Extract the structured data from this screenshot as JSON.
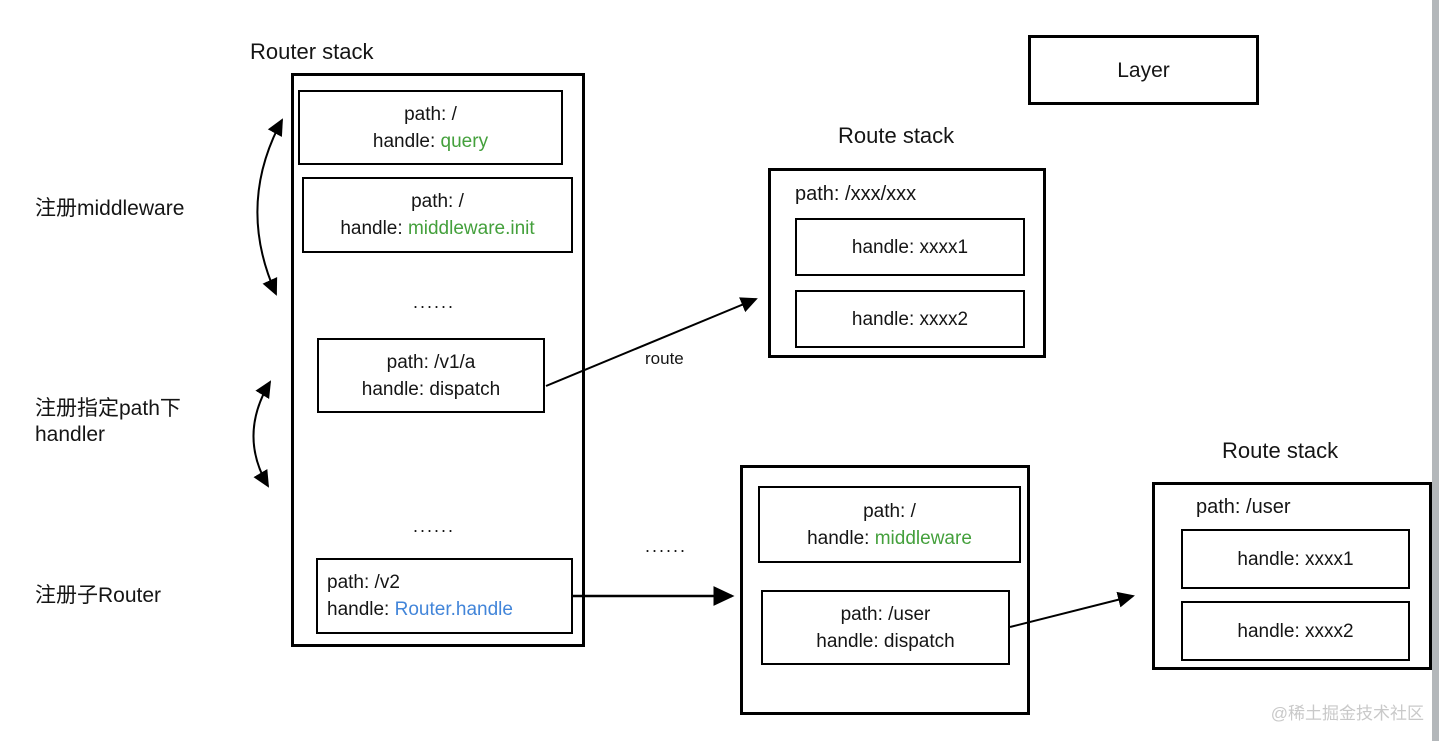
{
  "colors": {
    "handle_green": "#44a03c",
    "handle_blue": "#4285d9",
    "box_border": "#000000",
    "watermark_gray": "#c9c9c9"
  },
  "side_labels": {
    "register_middleware": "注册middleware",
    "register_path_handler_line1": "注册指定path下",
    "register_path_handler_line2": "handler",
    "register_sub_router": "注册子Router"
  },
  "router_stack": {
    "title": "Router stack",
    "items": [
      {
        "path": "path: /",
        "handle_label": "handle: ",
        "handle_value": "query"
      },
      {
        "path": "path: /",
        "handle_label": "handle: ",
        "handle_value": "middleware.init"
      },
      {
        "dots": "......"
      },
      {
        "path": "path: /v1/a",
        "handle_label": "handle: ",
        "handle_value": "dispatch"
      },
      {
        "dots": "......"
      },
      {
        "path": "path: /v2",
        "handle_label": "handle: ",
        "handle_value": "Router.handle"
      }
    ]
  },
  "layer_box": {
    "label": "Layer"
  },
  "route_stack_top": {
    "title": "Route stack",
    "path": "path: /xxx/xxx",
    "handles": [
      "handle: xxxx1",
      "handle: xxxx2"
    ]
  },
  "sub_router_box": {
    "items": [
      {
        "path": "path: /",
        "handle_label": "handle: ",
        "handle_value": "middleware"
      },
      {
        "path": "path: /user",
        "handle_label": "handle: ",
        "handle_value": "dispatch"
      }
    ]
  },
  "route_stack_bottom": {
    "title": "Route stack",
    "path": "path: /user",
    "handles": [
      "handle: xxxx1",
      "handle: xxxx2"
    ]
  },
  "connectors": {
    "route_label": "route",
    "dots_between": "......"
  },
  "watermark": "@稀土掘金技术社区"
}
